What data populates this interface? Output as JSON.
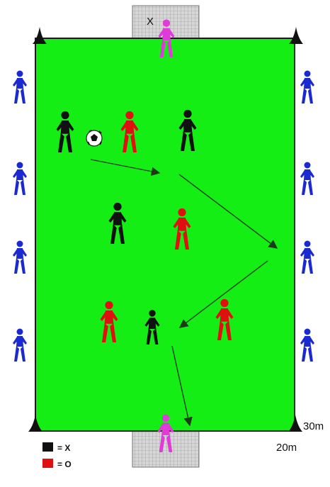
{
  "colors": {
    "field": "#15ee15",
    "field_border": "#1a1a1a",
    "team_x": "#111111",
    "team_o": "#e01010",
    "neutral": "#1a2ad0",
    "goalkeeper": "#e03ad8",
    "goal_net": "#cfcfcf",
    "pass_line": "#1a3a1a"
  },
  "goal_top_label": "X",
  "dimensions": {
    "length": "30m",
    "width": "20m"
  },
  "legend": [
    {
      "color": "#111111",
      "text": "= X"
    },
    {
      "color": "#e01010",
      "text": "= O"
    }
  ],
  "icons": [
    "cone-icon",
    "soccer-ball-icon",
    "player-figure-icon",
    "goal-net-icon"
  ]
}
